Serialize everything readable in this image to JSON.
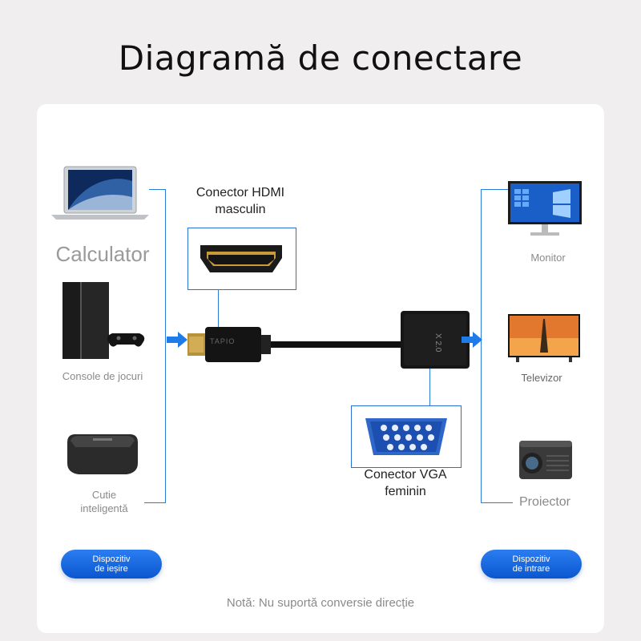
{
  "title": "Diagramă de conectare",
  "left": {
    "computer_label": "Calculator",
    "console_label": "Console de jocuri",
    "smartbox_label_line1": "Cutie",
    "smartbox_label_line2": "inteligentă",
    "badge_line1": "Dispozitiv",
    "badge_line2": "de ieșire"
  },
  "center": {
    "hdmi_label_line1": "Conector HDMI",
    "hdmi_label_line2": "masculin",
    "vga_label_line1": "Conector VGA",
    "vga_label_line2": "feminin",
    "cable_brand": "TAPIO",
    "adapter_text": "X 2.0"
  },
  "right": {
    "monitor_label": "Monitor",
    "tv_label": "Televizor",
    "projector_label": "Proiector",
    "badge_line1": "Dispozitiv",
    "badge_line2": "de intrare"
  },
  "note": "Notă: Nu suportă conversie direcție",
  "colors": {
    "accent": "#2a7bd8",
    "badge": "#1466e0"
  }
}
